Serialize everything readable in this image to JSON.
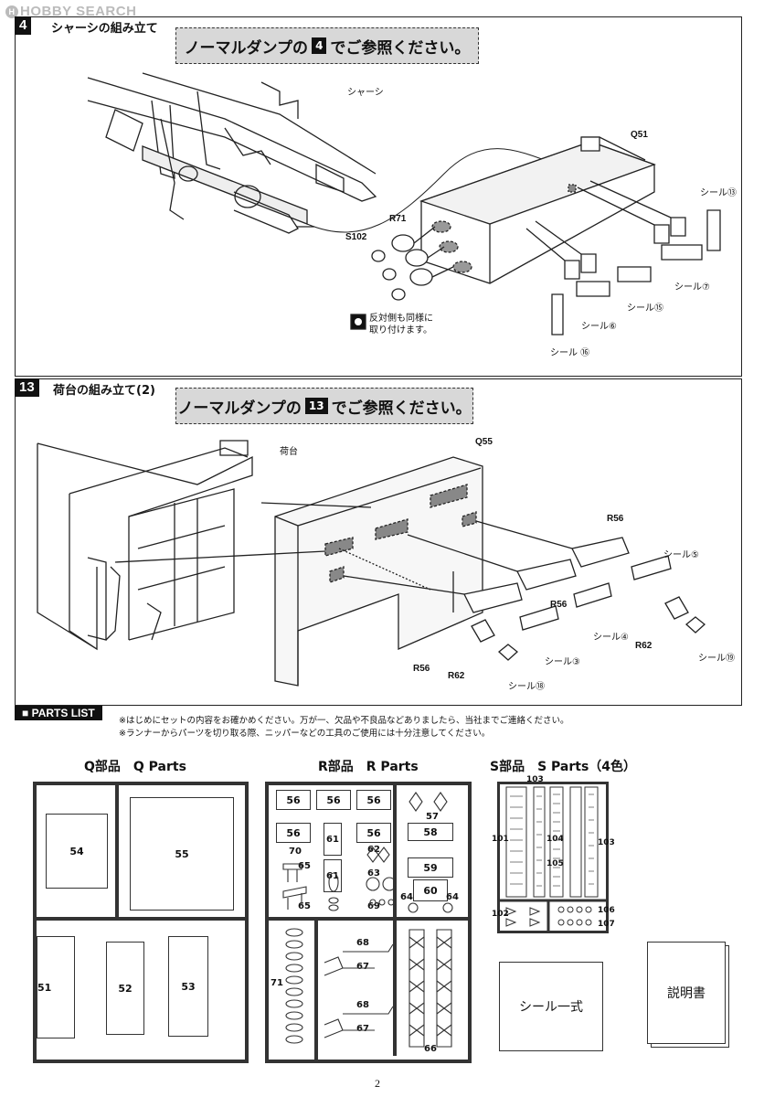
{
  "watermark": {
    "text": "HOBBY SEARCH"
  },
  "step4": {
    "number": "4",
    "title": "シャーシの組み立て",
    "banner_pre": "ノーマルダンプの",
    "banner_num": "4",
    "banner_post": "でご参照ください。",
    "labels": {
      "chassis": "シャーシ",
      "q51": "Q51",
      "r71": "R71",
      "s102": "S102",
      "seal13": "シール⑬",
      "seal7": "シール⑦",
      "seal15": "シール⑮",
      "seal6": "シール⑥",
      "seal16": "シール ⑯",
      "note_line1": "反対側も同様に",
      "note_line2": "取り付けます。"
    }
  },
  "step13": {
    "number": "13",
    "title": "荷台の組み立て(2)",
    "banner_pre": "ノーマルダンプの",
    "banner_num": "13",
    "banner_post": "でご参照ください。",
    "labels": {
      "bed": "荷台",
      "q55": "Q55",
      "r56a": "R56",
      "r56b": "R56",
      "r56c": "R56",
      "r62a": "R62",
      "r62b": "R62",
      "seal5": "シール⑤",
      "seal4": "シール④",
      "seal3": "シール③",
      "seal19": "シール⑲",
      "seal18": "シール⑱"
    }
  },
  "parts_list": {
    "title": "PARTS LIST",
    "note1": "※はじめにセットの内容をお確かめください。万が一、欠品や不良品などありましたら、当社までご連絡ください。",
    "note2": "※ランナーからパーツを切り取る際、ニッパーなどの工具のご使用には十分注意してください。",
    "q_header": "Q部品　Q Parts",
    "r_header": "R部品　R Parts",
    "s_header": "S部品　S Parts（4色）",
    "q_parts": {
      "p54": "54",
      "p55": "55",
      "p51": "51",
      "p52": "52",
      "p53": "53"
    },
    "r_parts": {
      "p56a": "56",
      "p56b": "56",
      "p56c": "56",
      "p56d": "56",
      "p56e": "56",
      "p57": "57",
      "p58": "58",
      "p61a": "61",
      "p61b": "61",
      "p62": "62",
      "p63": "63",
      "p70": "70",
      "p65a": "65",
      "p65b": "65",
      "p69": "69",
      "p59": "59",
      "p60": "60",
      "p64a": "64",
      "p64b": "64",
      "p71": "71",
      "p68a": "68",
      "p67a": "67",
      "p68b": "68",
      "p67b": "67",
      "p66": "66"
    },
    "s_parts": {
      "p101": "101",
      "p102": "102",
      "p103a": "103",
      "p103b": "103",
      "p104": "104",
      "p105": "105",
      "p106": "106",
      "p107": "107"
    },
    "seal_set": "シール一式",
    "manual": "説明書"
  },
  "page_number": "2"
}
